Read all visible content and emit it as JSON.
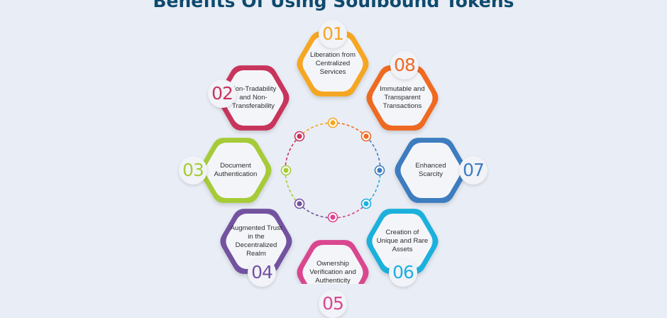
{
  "title": "Benefits Of Using Soulbound Tokens",
  "items": [
    {
      "num": "01",
      "label": "Liberation from Centralized Services",
      "color": "#f5a623"
    },
    {
      "num": "02",
      "label": "Non-Tradability and Non-Transferability",
      "color": "#c8355c"
    },
    {
      "num": "03",
      "label": "Document Authentication",
      "color": "#a6cb38"
    },
    {
      "num": "04",
      "label": "Augmented Trust in the Decentralized Realm",
      "color": "#7352a0"
    },
    {
      "num": "05",
      "label": "Ownership Verification and Authenticity",
      "color": "#d9468f"
    },
    {
      "num": "06",
      "label": "Creation of Unique and Rare Assets",
      "color": "#1cb0dc"
    },
    {
      "num": "07",
      "label": "Enhanced Scarcity",
      "color": "#3d7dbf"
    },
    {
      "num": "08",
      "label": "Immutable and Transparent Transactions",
      "color": "#ee6a24"
    }
  ]
}
